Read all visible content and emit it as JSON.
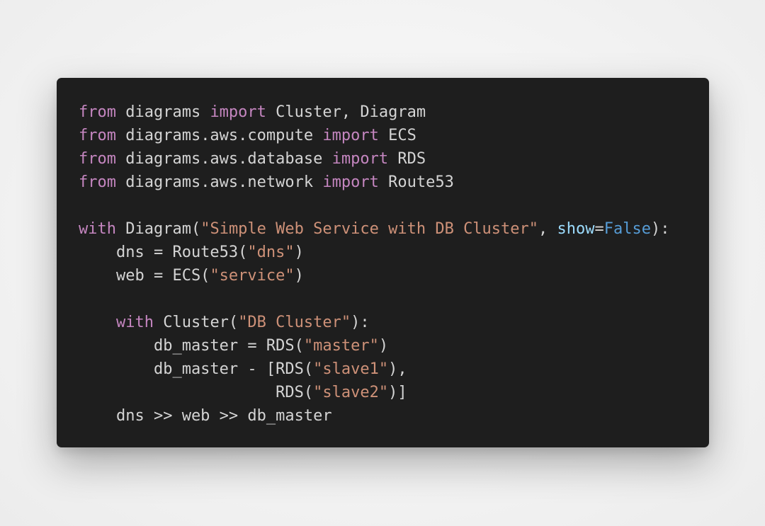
{
  "editor": {
    "language": "python",
    "theme": {
      "background": "#1e1e1e",
      "text": "#d4d4d4",
      "keyword": "#c586c0",
      "string": "#ce9178",
      "parameter": "#9cdcfe",
      "constant": "#569cd6"
    },
    "lines": [
      [
        {
          "t": "kw",
          "v": "from"
        },
        {
          "t": "txt",
          "v": " diagrams "
        },
        {
          "t": "kw",
          "v": "import"
        },
        {
          "t": "txt",
          "v": " Cluster, Diagram"
        }
      ],
      [
        {
          "t": "kw",
          "v": "from"
        },
        {
          "t": "txt",
          "v": " diagrams.aws.compute "
        },
        {
          "t": "kw",
          "v": "import"
        },
        {
          "t": "txt",
          "v": " ECS"
        }
      ],
      [
        {
          "t": "kw",
          "v": "from"
        },
        {
          "t": "txt",
          "v": " diagrams.aws.database "
        },
        {
          "t": "kw",
          "v": "import"
        },
        {
          "t": "txt",
          "v": " RDS"
        }
      ],
      [
        {
          "t": "kw",
          "v": "from"
        },
        {
          "t": "txt",
          "v": " diagrams.aws.network "
        },
        {
          "t": "kw",
          "v": "import"
        },
        {
          "t": "txt",
          "v": " Route53"
        }
      ],
      [],
      [
        {
          "t": "kw",
          "v": "with"
        },
        {
          "t": "txt",
          "v": " Diagram("
        },
        {
          "t": "str",
          "v": "\"Simple Web Service with DB Cluster\""
        },
        {
          "t": "txt",
          "v": ", "
        },
        {
          "t": "par",
          "v": "show"
        },
        {
          "t": "txt",
          "v": "="
        },
        {
          "t": "con",
          "v": "False"
        },
        {
          "t": "txt",
          "v": "):"
        }
      ],
      [
        {
          "t": "txt",
          "v": "    dns = Route53("
        },
        {
          "t": "str",
          "v": "\"dns\""
        },
        {
          "t": "txt",
          "v": ")"
        }
      ],
      [
        {
          "t": "txt",
          "v": "    web = ECS("
        },
        {
          "t": "str",
          "v": "\"service\""
        },
        {
          "t": "txt",
          "v": ")"
        }
      ],
      [],
      [
        {
          "t": "txt",
          "v": "    "
        },
        {
          "t": "kw",
          "v": "with"
        },
        {
          "t": "txt",
          "v": " Cluster("
        },
        {
          "t": "str",
          "v": "\"DB Cluster\""
        },
        {
          "t": "txt",
          "v": "):"
        }
      ],
      [
        {
          "t": "txt",
          "v": "        db_master = RDS("
        },
        {
          "t": "str",
          "v": "\"master\""
        },
        {
          "t": "txt",
          "v": ")"
        }
      ],
      [
        {
          "t": "txt",
          "v": "        db_master - [RDS("
        },
        {
          "t": "str",
          "v": "\"slave1\""
        },
        {
          "t": "txt",
          "v": "),"
        }
      ],
      [
        {
          "t": "txt",
          "v": "                     RDS("
        },
        {
          "t": "str",
          "v": "\"slave2\""
        },
        {
          "t": "txt",
          "v": ")]"
        }
      ],
      [
        {
          "t": "txt",
          "v": "    dns >> web >> db_master"
        }
      ]
    ]
  }
}
